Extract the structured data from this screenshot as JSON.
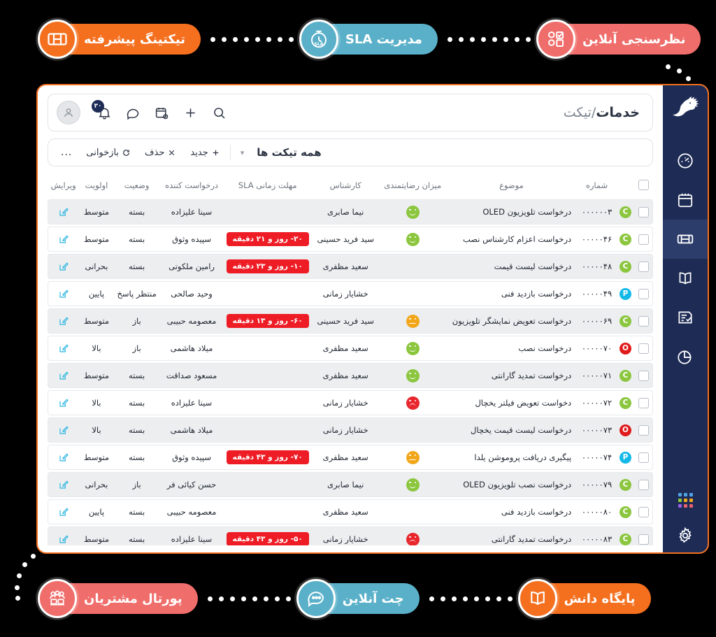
{
  "badges": {
    "top": [
      {
        "label": "تیکتینگ پیشرفته",
        "color": "#f4701f",
        "icon": "ticket-icon",
        "theme": "orange"
      },
      {
        "label": "مدیریت SLA",
        "color": "#5ab0c9",
        "icon": "sla-stopwatch-icon",
        "theme": "blue"
      },
      {
        "label": "نظرسنجی آنلاین",
        "color": "#ef6d6a",
        "icon": "survey-checklist-icon",
        "theme": "red"
      }
    ],
    "bottom": [
      {
        "label": "پورتال مشتریان",
        "color": "#ef6d6a",
        "icon": "customers-group-icon",
        "theme": "red"
      },
      {
        "label": "چت آنلاین",
        "color": "#5ab0c9",
        "icon": "chat-bubble-icon",
        "theme": "blue"
      },
      {
        "label": "پایگاه دانش",
        "color": "#f4701f",
        "icon": "open-book-icon",
        "theme": "orange"
      }
    ]
  },
  "sidebar": {
    "logo": "hoopoe-bird-logo",
    "items": [
      {
        "icon": "gauge-dashboard-icon",
        "active": false
      },
      {
        "icon": "calendar-icon",
        "active": false
      },
      {
        "icon": "ticket-icon",
        "active": true
      },
      {
        "icon": "open-book-icon",
        "active": false
      },
      {
        "icon": "task-checklist-icon",
        "active": false
      },
      {
        "icon": "pie-chart-icon",
        "active": false
      }
    ],
    "bottom_items": [
      {
        "icon": "apps-grid-icon"
      },
      {
        "icon": "gear-icon"
      }
    ],
    "grid_colors": [
      "#4fa3e3",
      "#4fa3e3",
      "#4fa3e3",
      "#8cc63f",
      "#f2a71b",
      "#f2a71b",
      "#9b5de5",
      "#e8626c",
      "#e8626c"
    ],
    "background": "#1d2b55",
    "active_background": "#2c3c6b"
  },
  "topbar": {
    "breadcrumb_bold": "خدمات",
    "breadcrumb_rest": "/تیکت",
    "notification_count": "۳۰",
    "icons": [
      "search-icon",
      "plus-icon",
      "calendar-event-icon",
      "chat-icon",
      "bell-icon",
      "avatar"
    ]
  },
  "filterbar": {
    "title": "همه تیکت ها",
    "caret": "chevron-down-icon",
    "new_label": "جدید",
    "delete_label": "حذف",
    "refresh_label": "بازخوانی",
    "more_label": "..."
  },
  "table": {
    "columns": [
      "ویرایش",
      "اولویت",
      "وضعیت",
      "درخواست کننده",
      "مهلت زمانی SLA",
      "کارشناس",
      "میزان رضایتمندی",
      "موضوع",
      "شماره",
      ""
    ],
    "rows": [
      {
        "number": "۰۰۰۰۰۰۳",
        "state": "C",
        "subject": "درخواست تلویزیون OLED",
        "satisfaction": "happy",
        "expert": "نیما صابری",
        "sla": "",
        "requester": "سینا علیزاده",
        "status": "بسته",
        "priority": "متوسط"
      },
      {
        "number": "۰۰۰۰۰۴۶",
        "state": "C",
        "subject": "درخواست اعزام کارشناس نصب",
        "satisfaction": "happy",
        "expert": "سید فرید حسینی",
        "sla": "۲۰- روز و ۲۱ دقیقه",
        "requester": "سپیده وثوق",
        "status": "بسته",
        "priority": "متوسط"
      },
      {
        "number": "۰۰۰۰۰۴۸",
        "state": "C",
        "subject": "درخواست لیست قیمت",
        "satisfaction": "",
        "expert": "سعید مظفری",
        "sla": "۱۰- روز و ۲۳ دقیقه",
        "requester": "رامین ملکوتی",
        "status": "بسته",
        "priority": "بحرانی"
      },
      {
        "number": "۰۰۰۰۰۴۹",
        "state": "P",
        "subject": "درخواست بازدید فنی",
        "satisfaction": "",
        "expert": "خشایار زمانی",
        "sla": "",
        "requester": "وحید صالحی",
        "status": "منتظر پاسخ",
        "priority": "پایین"
      },
      {
        "number": "۰۰۰۰۰۶۹",
        "state": "C",
        "subject": "درخواست تعویض نمایشگر تلویزیون",
        "satisfaction": "neutral",
        "expert": "سید فرید حسینی",
        "sla": "۶۰- روز و ۱۳ دقیقه",
        "requester": "معصومه حبیبی",
        "status": "باز",
        "priority": "متوسط"
      },
      {
        "number": "۰۰۰۰۰۷۰",
        "state": "O",
        "subject": "درخواست نصب",
        "satisfaction": "happy",
        "expert": "سعید مظفری",
        "sla": "",
        "requester": "میلاد هاشمی",
        "status": "باز",
        "priority": "بالا"
      },
      {
        "number": "۰۰۰۰۰۷۱",
        "state": "C",
        "subject": "درخواست تمدید گارانتی",
        "satisfaction": "happy",
        "expert": "سعید مظفری",
        "sla": "",
        "requester": "مسعود صداقت",
        "status": "بسته",
        "priority": "متوسط"
      },
      {
        "number": "۰۰۰۰۰۷۲",
        "state": "C",
        "subject": "دخواست تعویض فیلتر یخچال",
        "satisfaction": "sad",
        "expert": "خشایار زمانی",
        "sla": "",
        "requester": "سینا علیزاده",
        "status": "بسته",
        "priority": "بالا"
      },
      {
        "number": "۰۰۰۰۰۷۳",
        "state": "O",
        "subject": "درخواست لیست قیمت یخچال",
        "satisfaction": "",
        "expert": "خشایار زمانی",
        "sla": "",
        "requester": "میلاد هاشمی",
        "status": "بسته",
        "priority": "بالا"
      },
      {
        "number": "۰۰۰۰۰۷۴",
        "state": "P",
        "subject": "پیگیری دریافت پروموشن یلدا",
        "satisfaction": "neutral",
        "expert": "سعید مظفری",
        "sla": "۷۰- روز و ۴۳ دقیقه",
        "requester": "سپیده وثوق",
        "status": "بسته",
        "priority": "متوسط"
      },
      {
        "number": "۰۰۰۰۰۷۹",
        "state": "C",
        "subject": "درخواست نصب تلویزیون OLED",
        "satisfaction": "happy",
        "expert": "نیما صابری",
        "sla": "",
        "requester": "حسن کیائی فر",
        "status": "باز",
        "priority": "بحرانی"
      },
      {
        "number": "۰۰۰۰۰۸۰",
        "state": "C",
        "subject": "درخواست بازدید فنی",
        "satisfaction": "",
        "expert": "سعید مظفری",
        "sla": "",
        "requester": "معصومه حبیبی",
        "status": "بسته",
        "priority": "پایین"
      },
      {
        "number": "۰۰۰۰۰۸۳",
        "state": "C",
        "subject": "درخواست تمدید گارانتی",
        "satisfaction": "sad",
        "expert": "خشایار زمانی",
        "sla": "۵۰- روز و ۴۳ دقیقه",
        "requester": "سینا علیزاده",
        "status": "بسته",
        "priority": "متوسط"
      }
    ],
    "state_colors": {
      "C": "#8cc63f",
      "P": "#14b9e8",
      "O": "#e01b1b"
    },
    "sla_badge_color": "#ee1c25",
    "edit_icon": "edit-pencil-icon"
  }
}
